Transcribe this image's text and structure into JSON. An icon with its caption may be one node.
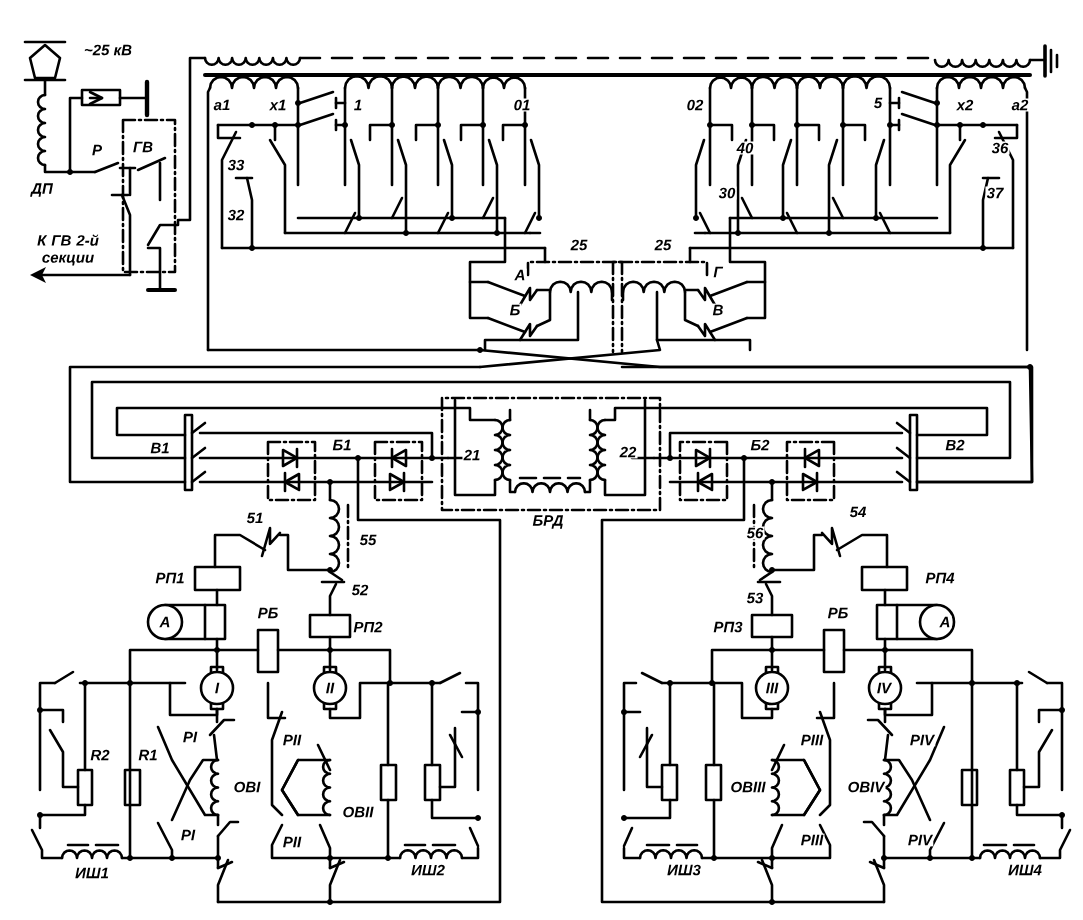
{
  "diagram": {
    "labels": [
      "~25 кВ",
      "Р",
      "ГВ",
      "ДП",
      "К ГВ 2-й секции",
      "а1",
      "х1",
      "1",
      "01",
      "02",
      "5",
      "х2",
      "а2",
      "33",
      "32",
      "40",
      "30",
      "36",
      "37",
      "25",
      "25",
      "А",
      "Б",
      "Г",
      "В",
      "В1",
      "Б1",
      "21",
      "22",
      "Б2",
      "В2",
      "51",
      "БРД",
      "54",
      "55",
      "56",
      "РП1",
      "52",
      "53",
      "РП4",
      "A",
      "РБ",
      "РП2",
      "РП3",
      "РБ",
      "A",
      "I",
      "II",
      "III",
      "IV",
      "R2",
      "R1",
      "РI",
      "РII",
      "ОВI",
      "ОВII",
      "РI",
      "РII",
      "ИШ1",
      "ИШ2",
      "РIII",
      "РIV",
      "ОВIII",
      "ОВIV",
      "РIII",
      "РIV",
      "ИШ3",
      "ИШ4"
    ]
  }
}
